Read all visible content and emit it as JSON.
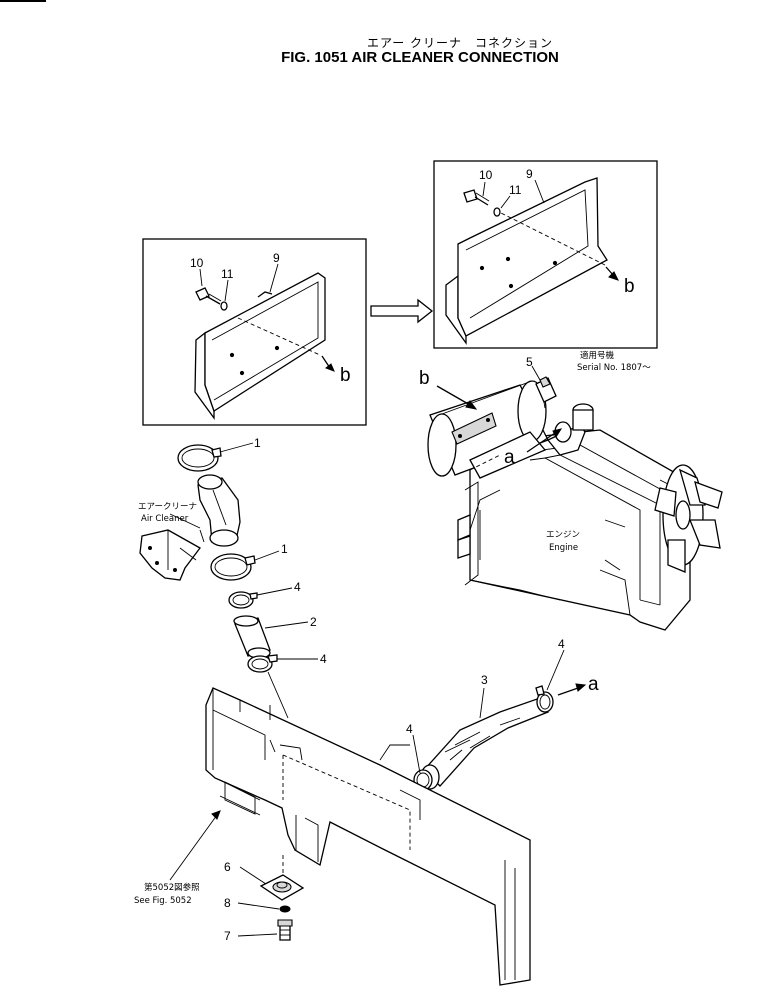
{
  "title": {
    "japanese": "エアー クリーナ　コネクション",
    "english": "FIG. 1051  AIR CLEANER CONNECTION"
  },
  "callouts": {
    "inset_left": {
      "bolt": "10",
      "washer": "11",
      "bracket": "9",
      "ref": "b"
    },
    "inset_right": {
      "bolt": "10",
      "washer": "11",
      "bracket": "9",
      "ref": "b"
    },
    "clamp_upper": "1",
    "clamp_lower": "1",
    "clamp_a": "4",
    "hose_2": "2",
    "clamp_b": "4",
    "pipe_3": "3",
    "clamp_c": "4",
    "clamp_d": "4",
    "indicator_5": "5",
    "ref_b_engine": "b",
    "ref_a_engine": "a",
    "ref_a_pipe": "a",
    "part_6": "6",
    "part_8": "8",
    "part_7": "7"
  },
  "labels": {
    "serial_jp": "適用号機",
    "serial_en": "Serial No. 1807～",
    "air_cleaner_jp": "エアークリーナ",
    "air_cleaner_en": "Air Cleaner",
    "engine_jp": "エンジン",
    "engine_en": "Engine",
    "see_fig_jp": "第5052図参照",
    "see_fig_en": "See Fig. 5052"
  }
}
